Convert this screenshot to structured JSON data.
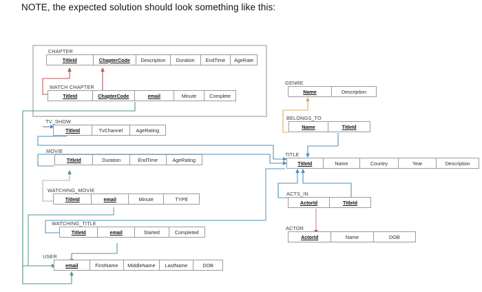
{
  "note": {
    "text": "NOTE, the expected solution should look something like this:"
  },
  "colors": {
    "table_border": "#9a9a9a",
    "group_box_border": "#8d8d8d",
    "connector_red": "#b45b5b",
    "connector_blue": "#4a90c4",
    "connector_teal": "#4f9488",
    "connector_orange": "#e0a463",
    "text": "#2b2b2b"
  },
  "diagram": {
    "type": "entity-relationship-diagram",
    "entities": [
      {
        "id": "chapter",
        "name": "CHAPTER",
        "attributes": [
          {
            "label": "TitleId",
            "key": true
          },
          {
            "label": "ChapterCode",
            "key": true
          },
          {
            "label": "Description",
            "key": false
          },
          {
            "label": "Duration",
            "key": false
          },
          {
            "label": "EndTime",
            "key": false
          },
          {
            "label": "AgeRate",
            "key": false
          }
        ]
      },
      {
        "id": "watch-chapter",
        "name": "WATCH CHAPTER",
        "attributes": [
          {
            "label": "TitleId",
            "key": true
          },
          {
            "label": "ChapterCode",
            "key": true
          },
          {
            "label": "email",
            "key": true
          },
          {
            "label": "Minute",
            "key": false
          },
          {
            "label": "Complete",
            "key": false
          }
        ]
      },
      {
        "id": "tv-show",
        "name": "TV_SHOW",
        "attributes": [
          {
            "label": "TitleId",
            "key": true
          },
          {
            "label": "TvChannel",
            "key": false
          },
          {
            "label": "AgeRating",
            "key": false
          }
        ]
      },
      {
        "id": "movie",
        "name": "MOVIE",
        "attributes": [
          {
            "label": "TitleId",
            "key": true
          },
          {
            "label": "Duration",
            "key": false
          },
          {
            "label": "EndTime",
            "key": false
          },
          {
            "label": "AgeRating",
            "key": false
          }
        ]
      },
      {
        "id": "watching-movie",
        "name": "WATCHING_MOVIE",
        "attributes": [
          {
            "label": "TitleId",
            "key": true
          },
          {
            "label": "email",
            "key": true
          },
          {
            "label": "Minute",
            "key": false
          },
          {
            "label": "TYPE",
            "key": false
          }
        ]
      },
      {
        "id": "watching-title",
        "name": "WATCHING_TITLE",
        "attributes": [
          {
            "label": "TitleId",
            "key": true
          },
          {
            "label": "email",
            "key": true
          },
          {
            "label": "Started",
            "key": false
          },
          {
            "label": "Completed",
            "key": false
          }
        ]
      },
      {
        "id": "user",
        "name": "USER",
        "attributes": [
          {
            "label": "email",
            "key": true
          },
          {
            "label": "FirstName",
            "key": false
          },
          {
            "label": "MiddleName",
            "key": false
          },
          {
            "label": "LastName",
            "key": false
          },
          {
            "label": "DOB",
            "key": false
          }
        ]
      },
      {
        "id": "genre",
        "name": "GENRE",
        "attributes": [
          {
            "label": "Name",
            "key": true
          },
          {
            "label": "Description",
            "key": false
          }
        ]
      },
      {
        "id": "belongs-to",
        "name": "BELONGS_TO",
        "attributes": [
          {
            "label": "Name",
            "key": true
          },
          {
            "label": "TitleId",
            "key": true
          }
        ]
      },
      {
        "id": "title",
        "name": "TITLE",
        "attributes": [
          {
            "label": "TitleId",
            "key": true
          },
          {
            "label": "Name",
            "key": false
          },
          {
            "label": "Country",
            "key": false
          },
          {
            "label": "Year",
            "key": false
          },
          {
            "label": "Description",
            "key": false
          }
        ]
      },
      {
        "id": "acts-in",
        "name": "ACTS_IN",
        "attributes": [
          {
            "label": "ActorId",
            "key": true
          },
          {
            "label": "TitleId",
            "key": true
          }
        ]
      },
      {
        "id": "actor",
        "name": "ACTOR",
        "attributes": [
          {
            "label": "ActorId",
            "key": true
          },
          {
            "label": "Name",
            "key": false
          },
          {
            "label": "DOB",
            "key": false
          }
        ]
      }
    ],
    "relationships": [
      {
        "from": "watch-chapter.TitleId",
        "to": "chapter.TitleId",
        "color": "red"
      },
      {
        "from": "watch-chapter.ChapterCode",
        "to": "chapter.ChapterCode",
        "color": "red"
      },
      {
        "from": "watch-chapter.email",
        "to": "user.email",
        "color": "teal"
      },
      {
        "from": "tv-show.TitleId",
        "to": "title.TitleId",
        "color": "blue"
      },
      {
        "from": "movie.TitleId",
        "to": "title.TitleId",
        "color": "blue"
      },
      {
        "from": "watching-movie.TitleId",
        "to": "movie.TitleId",
        "color": "teal"
      },
      {
        "from": "watching-movie.email",
        "to": "user.email",
        "color": "teal"
      },
      {
        "from": "watching-title.TitleId",
        "to": "title.TitleId",
        "color": "blue"
      },
      {
        "from": "watching-title.email",
        "to": "user.email",
        "color": "teal"
      },
      {
        "from": "belongs-to.Name",
        "to": "genre.Name",
        "color": "orange"
      },
      {
        "from": "belongs-to.TitleId",
        "to": "title.TitleId",
        "color": "blue"
      },
      {
        "from": "acts-in.TitleId",
        "to": "title.TitleId",
        "color": "blue"
      },
      {
        "from": "acts-in.ActorId",
        "to": "actor.ActorId",
        "color": "red"
      }
    ]
  }
}
